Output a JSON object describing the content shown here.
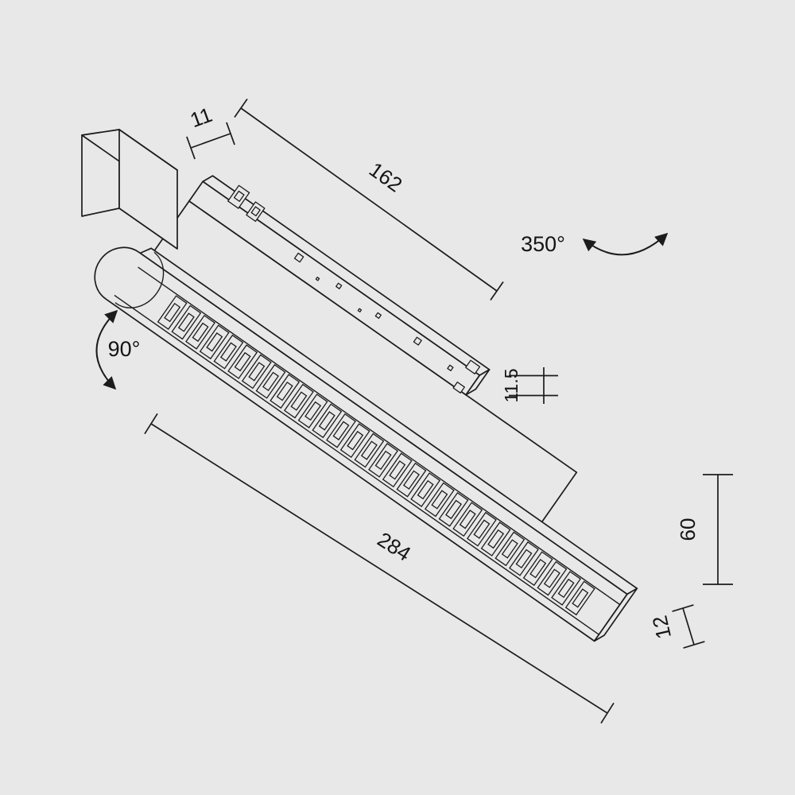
{
  "meta": {
    "background_color": "#e8e8e8",
    "line_color": "#1c1c1c",
    "text_color": "#141414"
  },
  "drawing": {
    "type": "technical-dimension-diagram",
    "louver_cells": 30
  },
  "dimensions": {
    "track_slot_width": "11",
    "track_length": "162",
    "pan_rotation": "350°",
    "tilt_rotation": "90°",
    "track_height": "11.5",
    "fixture_length": "284",
    "fixture_height": "60",
    "fixture_depth": "12"
  }
}
